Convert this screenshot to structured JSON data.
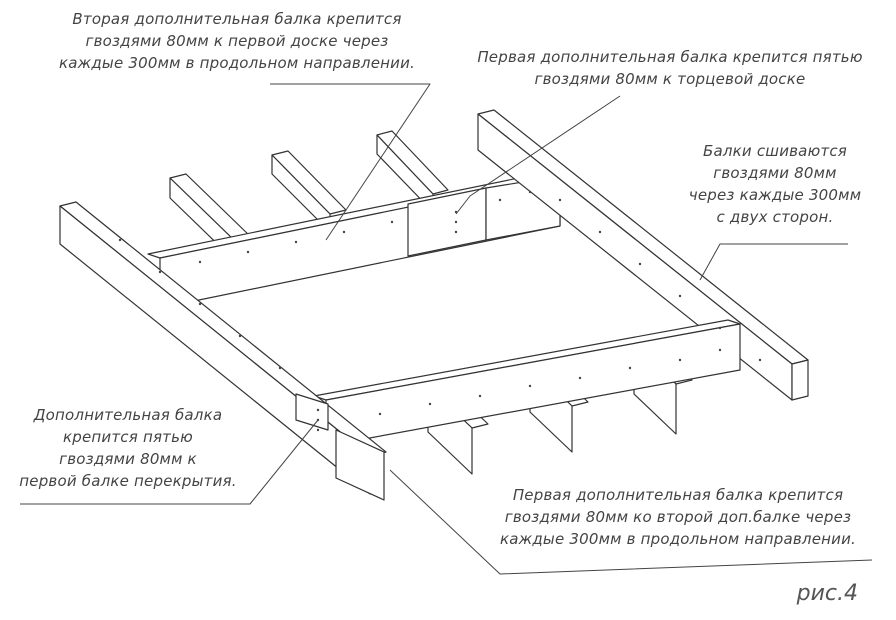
{
  "annotations": {
    "top_left": [
      "Вторая дополнительная балка крепится",
      "гвоздями 80мм к первой доске через",
      "каждые 300мм в продольном направлении."
    ],
    "top_right": [
      "Первая дополнительная балка крепится пятью",
      "гвоздями 80мм к торцевой доске"
    ],
    "right": [
      "Балки сшиваются",
      "гвоздями 80мм",
      "через каждые 300мм",
      "с двух сторон."
    ],
    "left": [
      "Дополнительная балка",
      "крепится пятью",
      "гвоздями 80мм к",
      "первой балке перекрытия."
    ],
    "bottom_right": [
      "Первая дополнительная балка крепится",
      "гвоздями 80мм ко второй доп.балке через",
      "каждые 300мм в продольном направлении."
    ]
  },
  "figure_label": "рис.4"
}
